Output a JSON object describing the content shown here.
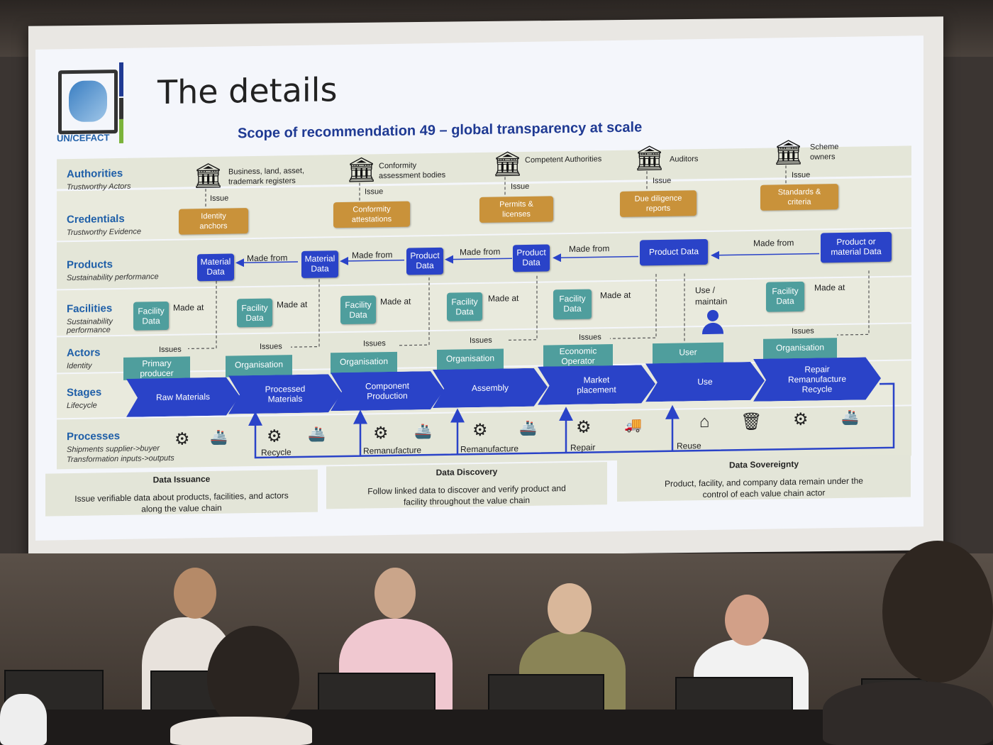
{
  "slide": {
    "title": "The details",
    "subtitle": "Scope of recommendation 49 – global transparency at scale",
    "logo_text": "UN/CEFACT"
  },
  "rows": {
    "authorities": {
      "h": "Authorities",
      "s": "Trustworthy Actors"
    },
    "credentials": {
      "h": "Credentials",
      "s": "Trustworthy Evidence"
    },
    "products": {
      "h": "Products",
      "s": "Sustainability performance"
    },
    "facilities": {
      "h": "Facilities",
      "s": "Sustainability performance"
    },
    "actors": {
      "h": "Actors",
      "s": "Identity"
    },
    "stages": {
      "h": "Stages",
      "s": "Lifecycle"
    },
    "processes": {
      "h": "Processes",
      "s1": "Shipments supplier->buyer",
      "s2": "Transformation inputs->outputs"
    }
  },
  "authorities": [
    {
      "label1": "Business, land, asset,",
      "label2": "trademark registers",
      "credential1": "Identity",
      "credential2": "anchors"
    },
    {
      "label1": "Conformity",
      "label2": "assessment bodies",
      "credential1": "Conformity",
      "credential2": "attestations"
    },
    {
      "label1": "Competent Authorities",
      "label2": "",
      "credential1": "Permits &",
      "credential2": "licenses"
    },
    {
      "label1": "Auditors",
      "label2": "",
      "credential1": "Due diligence",
      "credential2": "reports"
    },
    {
      "label1": "Scheme",
      "label2": "owners",
      "credential1": "Standards &",
      "credential2": "criteria"
    }
  ],
  "issue_label": "Issue",
  "issues_label": "Issues",
  "made_from": "Made from",
  "made_at": "Made at",
  "use_maintain1": "Use /",
  "use_maintain2": "maintain",
  "products": [
    {
      "l1": "Material",
      "l2": "Data"
    },
    {
      "l1": "Material",
      "l2": "Data"
    },
    {
      "l1": "Product",
      "l2": "Data"
    },
    {
      "l1": "Product",
      "l2": "Data"
    },
    {
      "l1": "Product Data",
      "l2": ""
    },
    {
      "l1": "Product or",
      "l2": "material Data"
    }
  ],
  "facility": {
    "l1": "Facility",
    "l2": "Data"
  },
  "actors": [
    {
      "l1": "Primary",
      "l2": "producer"
    },
    {
      "l1": "Organisation",
      "l2": ""
    },
    {
      "l1": "Organisation",
      "l2": ""
    },
    {
      "l1": "Organisation",
      "l2": ""
    },
    {
      "l1": "Economic",
      "l2": "Operator"
    },
    {
      "l1": "User",
      "l2": ""
    },
    {
      "l1": "Organisation",
      "l2": ""
    }
  ],
  "stages": [
    {
      "l1": "Raw Materials",
      "l2": "",
      "l3": ""
    },
    {
      "l1": "Processed",
      "l2": "Materials",
      "l3": ""
    },
    {
      "l1": "Component",
      "l2": "Production",
      "l3": ""
    },
    {
      "l1": "Assembly",
      "l2": "",
      "l3": ""
    },
    {
      "l1": "Market",
      "l2": "placement",
      "l3": ""
    },
    {
      "l1": "Use",
      "l2": "",
      "l3": ""
    },
    {
      "l1": "Repair",
      "l2": "Remanufacture",
      "l3": "Recycle"
    }
  ],
  "loops": [
    "Recycle",
    "Remanufacture",
    "Remanufacture",
    "Repair",
    "Reuse"
  ],
  "process_icons": [
    "gear-icon",
    "ship-icon",
    "truck-icon",
    "house-icon",
    "trash-icon",
    "person-icon"
  ],
  "bottom": [
    {
      "h": "Data Issuance",
      "b1": "Issue verifiable data about products, facilities, and actors",
      "b2": "along the value chain"
    },
    {
      "h": "Data Discovery",
      "b1": "Follow linked data to discover and verify product and",
      "b2": "facility throughout the value chain"
    },
    {
      "h": "Data Sovereignty",
      "b1": "Product, facility, and company data remain under the",
      "b2": "control of each value chain actor"
    }
  ],
  "colors": {
    "blue": "#2a43c8",
    "teal": "#4f9e9d",
    "orange": "#c9923a",
    "title_blue": "#1f5fa8"
  }
}
